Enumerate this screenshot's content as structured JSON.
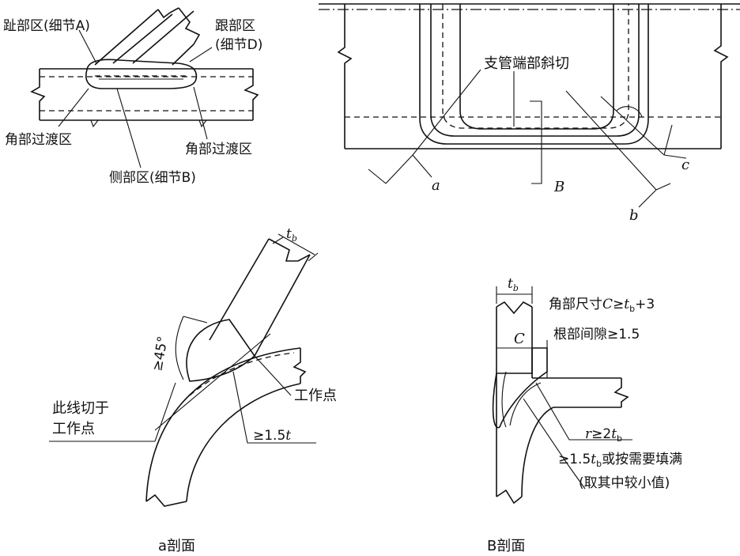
{
  "top_left": {
    "toe_zone": "趾部区(细节A)",
    "heel_zone_l1": "跟部区",
    "heel_zone_l2": "(细节D)",
    "corner_left": "角部过渡区",
    "corner_right": "角部过渡区",
    "side_zone": "侧部区(细节B)"
  },
  "top_right": {
    "bevel_label": "支管端部斜切",
    "cut_a": "a",
    "cut_b": "b",
    "cut_c": "c",
    "cut_B": "B"
  },
  "section_a": {
    "tb_base": "t",
    "tb_sub": "b",
    "angle": "≥45°",
    "tangent_l1": "此线切于",
    "tangent_l2": "工作点",
    "work_point": "工作点",
    "radius_prefix": "≥1.5",
    "radius_var": "t",
    "caption": "a剖面"
  },
  "section_B": {
    "tb_base": "t",
    "tb_sub": "b",
    "C_label": "C",
    "corner_text_prefix": "角部尺寸",
    "corner_text_var": "C",
    "corner_text_op": "≥",
    "corner_text_tb": "t",
    "corner_text_tb_sub": "b",
    "corner_text_suffix": "+3",
    "root_gap": "根部间隙≥1.5",
    "r_var": "r",
    "r_op": "≥2",
    "r_tb": "t",
    "r_tb_sub": "b",
    "fill_prefix": "≥1.5",
    "fill_tb": "t",
    "fill_tb_sub": "b",
    "fill_suffix": "或按需要填满",
    "fill_note": "(取其中较小值)",
    "caption": "B剖面"
  }
}
